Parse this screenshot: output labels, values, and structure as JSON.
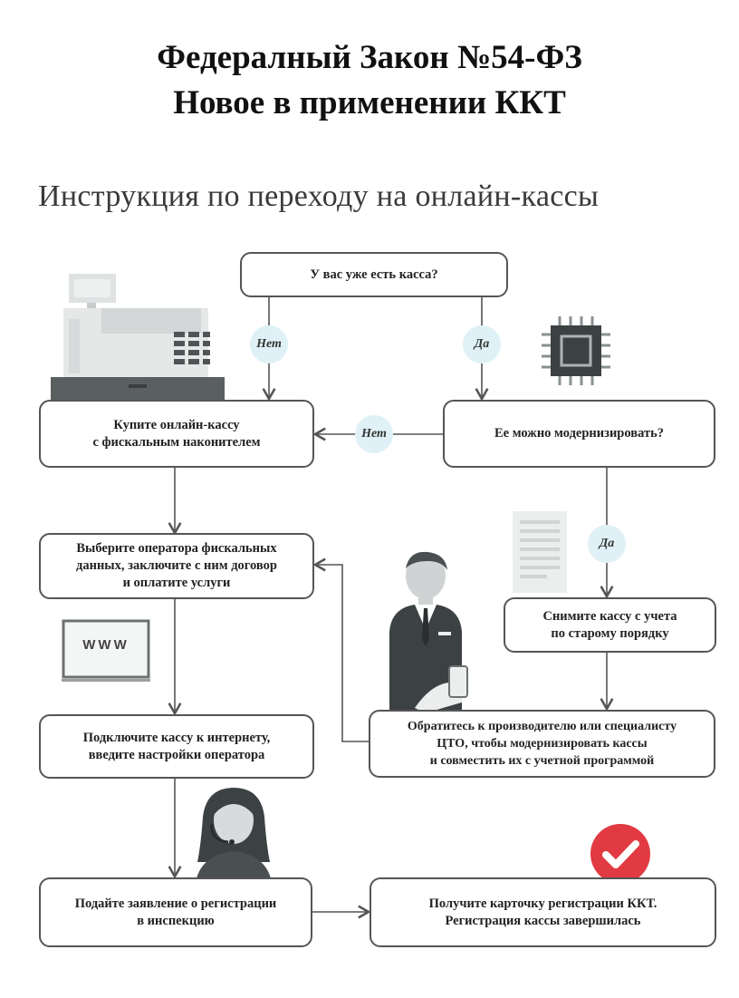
{
  "header": {
    "title_line1": "Федералный Закон №54-ФЗ",
    "title_line2": "Новое в применении ККТ",
    "subtitle": "Инструкция по переходу на онлайн-кассы"
  },
  "flow": {
    "start": "У вас уже есть касса?",
    "buy": "Купите онлайн-кассу\nс фискальным наконителем",
    "modernize_q": "Ее можно модернизировать?",
    "operator": "Выберите оператора фискальных\nданных, заключите с ним договор\nи оплатите услуги",
    "deregister": "Снимите кассу с учета\nпо старому порядку",
    "connect": "Подключите кассу к интернету,\nвведите настройки оператора",
    "manufacturer": "Обратитесь к производителю или специалисту\nЦТО, чтобы модернизировать кассы\nи совместить их с учетной программой",
    "apply": "Подайте заявление о регистрации\nв инспекцию",
    "card": "Получите карточку регистрации ККТ.\nРегистрация кассы завершилась"
  },
  "labels": {
    "no": "Нет",
    "yes": "Да",
    "www": "WWW"
  },
  "colors": {
    "circle_bg": "#dff1f6",
    "check_red": "#e23a42",
    "illustration_gray": "#d9dcdc"
  }
}
